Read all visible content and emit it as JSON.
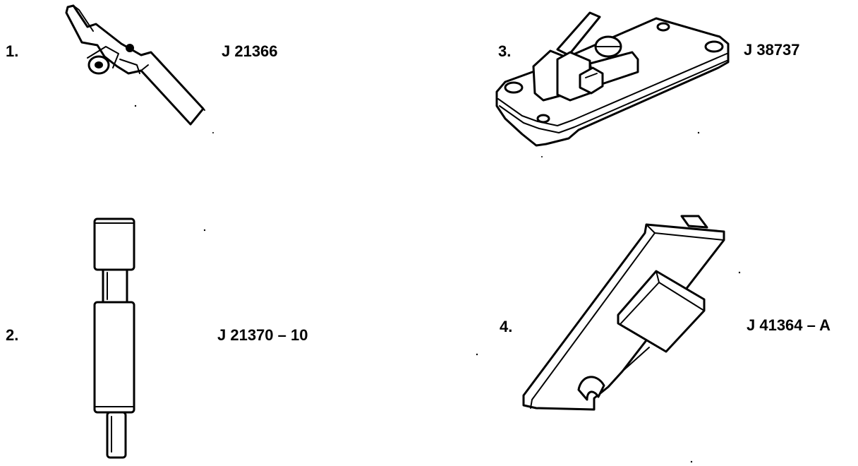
{
  "tools": [
    {
      "number": "1.",
      "part_number": "J 21366",
      "icon": "bracket-tool-icon"
    },
    {
      "number": "2.",
      "part_number": "J 21370 – 10",
      "icon": "pin-tool-icon"
    },
    {
      "number": "3.",
      "part_number": "J 38737",
      "icon": "clamp-plate-tool-icon"
    },
    {
      "number": "4.",
      "part_number": "J 41364 – A",
      "icon": "holder-tool-icon"
    }
  ]
}
